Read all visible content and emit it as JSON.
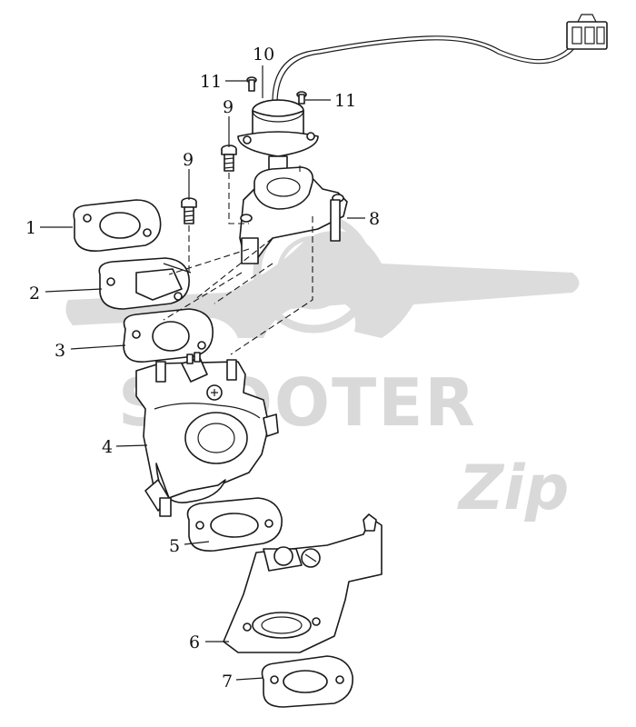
{
  "watermark": {
    "brand": "SCOOTER",
    "script": "Zip",
    "color": "#d9d9d9"
  },
  "callouts": [
    {
      "id": "c1",
      "label": "1"
    },
    {
      "id": "c2",
      "label": "2"
    },
    {
      "id": "c3",
      "label": "3"
    },
    {
      "id": "c4",
      "label": "4"
    },
    {
      "id": "c5",
      "label": "5"
    },
    {
      "id": "c6",
      "label": "6"
    },
    {
      "id": "c7",
      "label": "7"
    },
    {
      "id": "c8",
      "label": "8"
    },
    {
      "id": "c9a",
      "label": "9"
    },
    {
      "id": "c9b",
      "label": "9"
    },
    {
      "id": "c10",
      "label": "10"
    },
    {
      "id": "c11a",
      "label": "11"
    },
    {
      "id": "c11b",
      "label": "11"
    }
  ],
  "colors": {
    "line": "#1a1a1a",
    "background": "#ffffff"
  }
}
